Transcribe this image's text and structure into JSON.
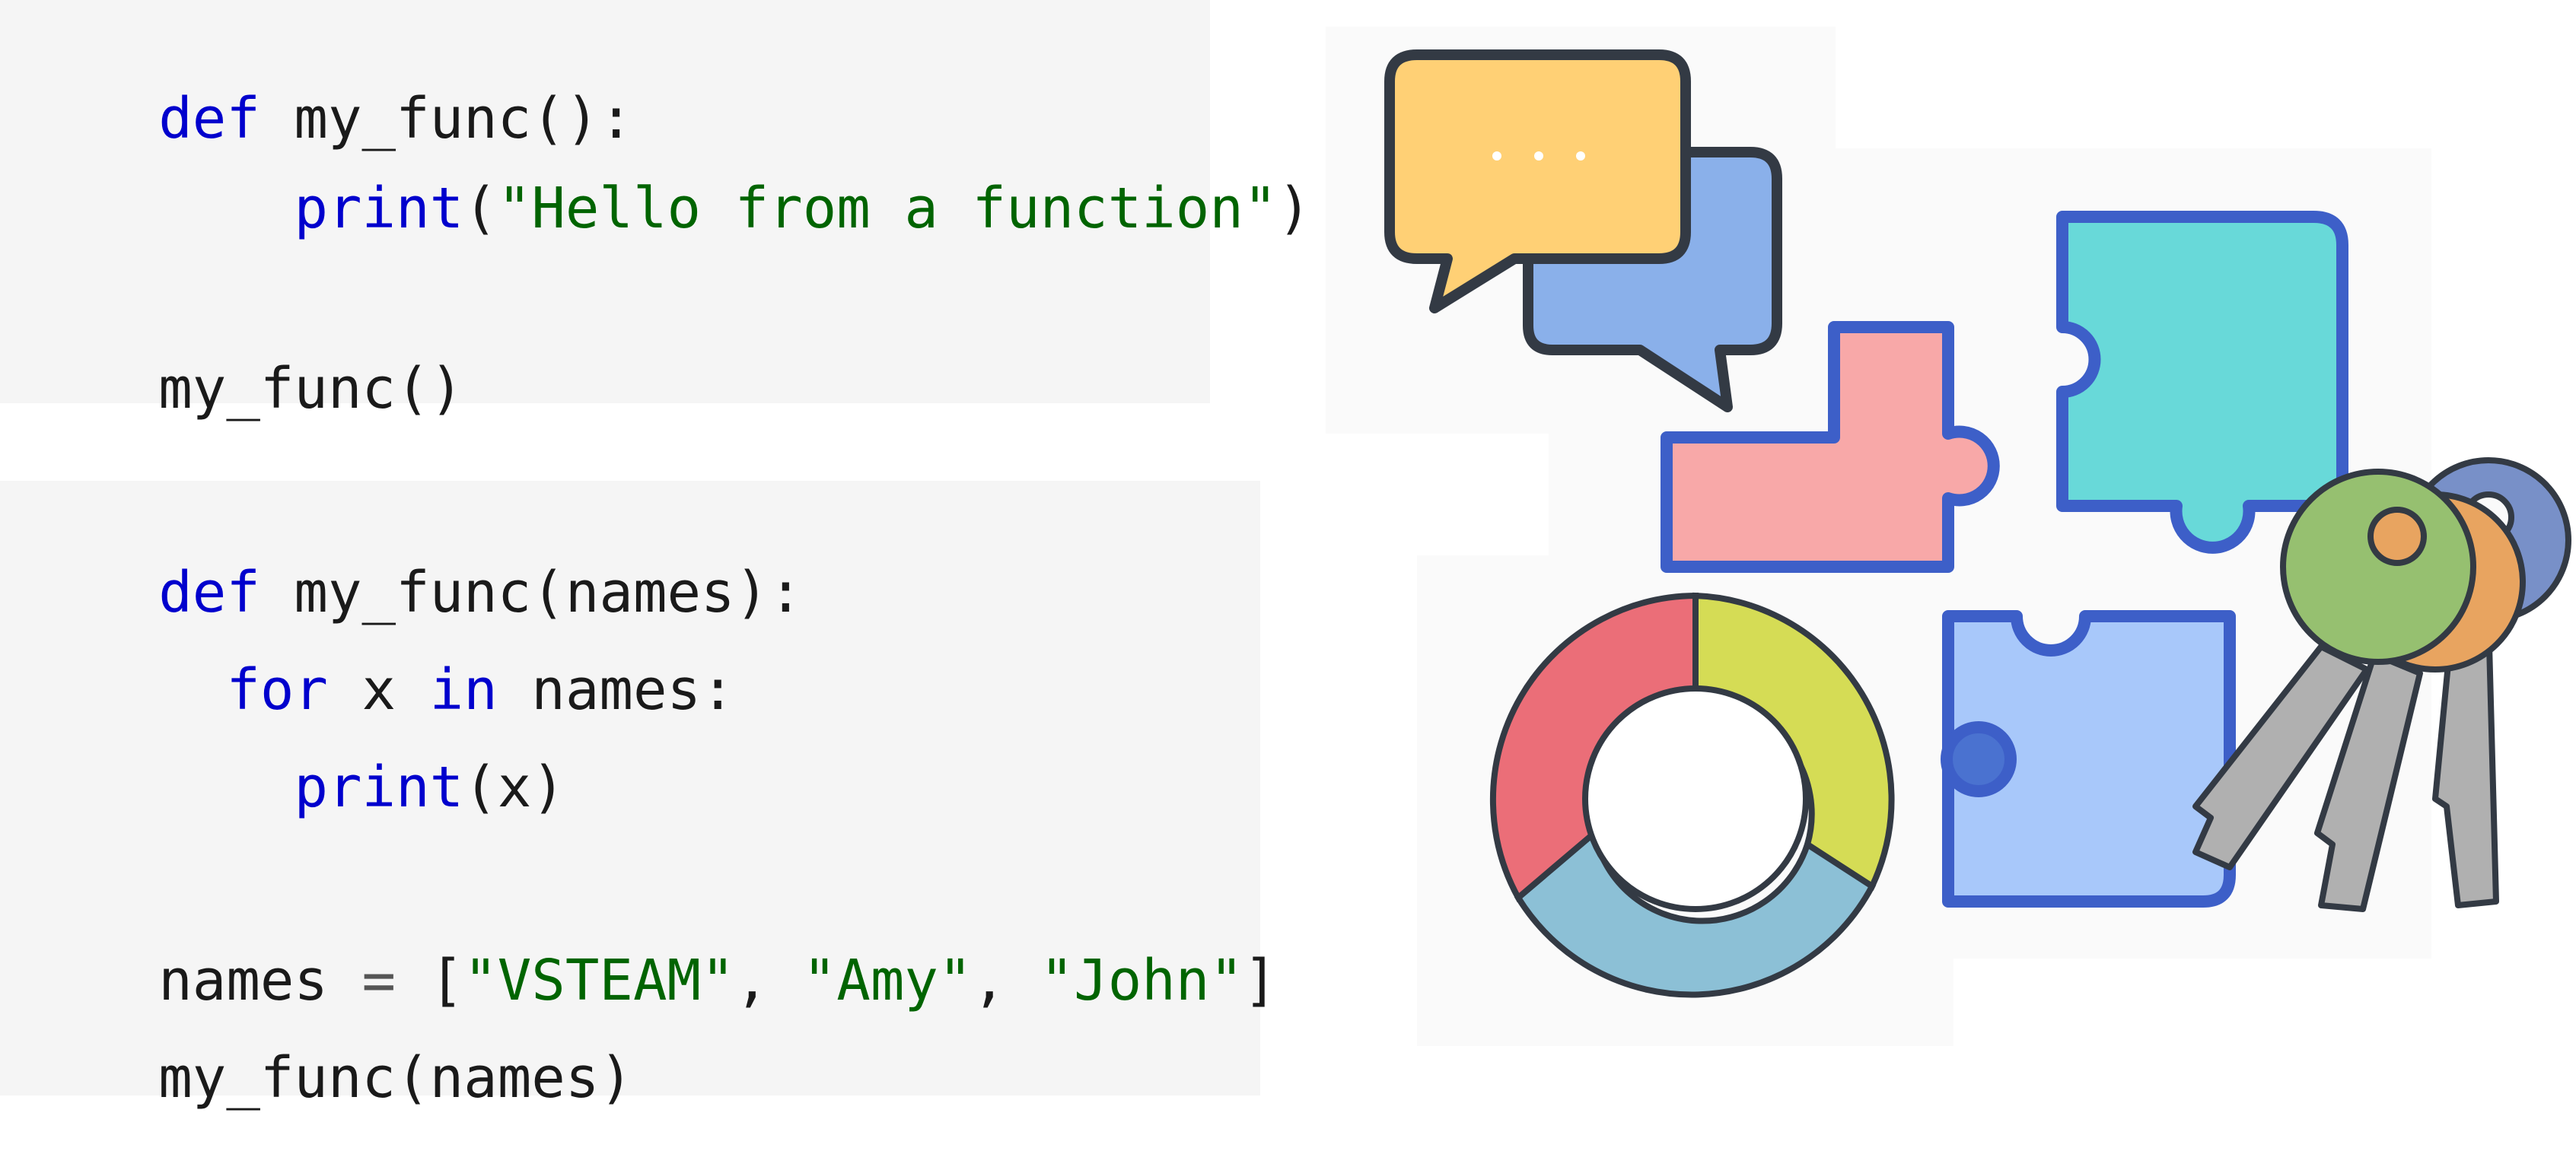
{
  "code_block_1": {
    "line1": {
      "kw": "def",
      "rest": " my_func():"
    },
    "line2": {
      "indent": "    ",
      "fn": "print",
      "open": "(",
      "str": "\"Hello from a function\"",
      "close": ")"
    },
    "line4": {
      "text": "my_func()"
    }
  },
  "code_block_2": {
    "line1": {
      "kw": "def",
      "rest": " my_func(names):"
    },
    "line2": {
      "indent": "  ",
      "kw1": "for",
      "mid": " x ",
      "kw2": "in",
      "rest": " names:"
    },
    "line3": {
      "indent": "    ",
      "fn": "print",
      "rest": "(x)"
    },
    "line5": {
      "start": "names ",
      "eq": "=",
      "open": " [",
      "s1": "\"VSTEAM\"",
      "c1": ", ",
      "s2": "\"Amy\"",
      "c2": ", ",
      "s3": "\"John\"",
      "close": "]"
    },
    "line6": {
      "text": "my_func(names)"
    }
  },
  "colors": {
    "keyword": "#0000cd",
    "string": "#006400",
    "text": "#1a1a1a",
    "code_bg": "#f5f5f5",
    "bubble_yellow": "#ffd075",
    "bubble_blue": "#8ab0ea",
    "puzzle_pink": "#f8a8a8",
    "puzzle_teal": "#68d9d9",
    "puzzle_blue": "#a8c8fa",
    "ring_red": "#eb6e78",
    "ring_yellow": "#d5dc55",
    "ring_blue": "#8cc0d6",
    "key_green": "#96c070",
    "key_orange": "#e8a460",
    "key_blue": "#7890c8"
  },
  "icons": [
    "speech-bubbles-icon",
    "puzzle-pieces-icon",
    "circular-puzzle-icon",
    "keys-icon"
  ]
}
